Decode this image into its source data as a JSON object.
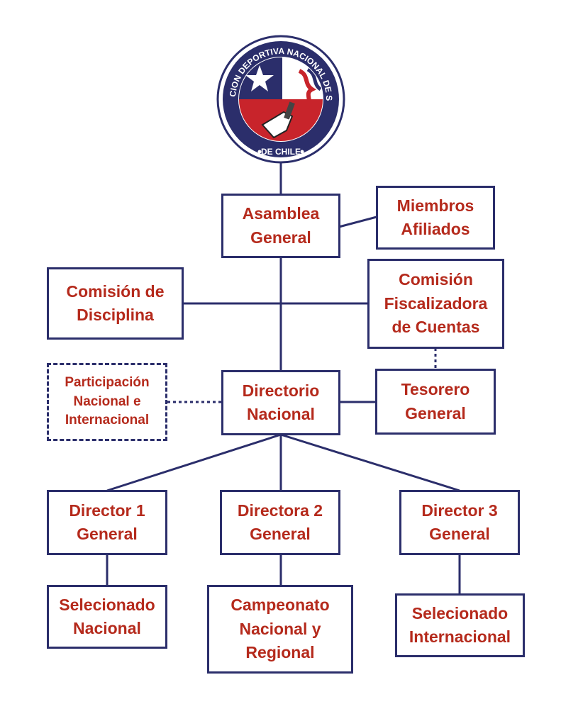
{
  "colors": {
    "line": "#2b2e6b",
    "text": "#b52a1c",
    "background": "#ffffff"
  },
  "logo": {
    "ring_text_top": "FEDERACION DEPORTIVA NACIONAL DE SORDOS",
    "ring_text_bottom": "DE CHILE",
    "icon": "chilean-flag-torch-emblem"
  },
  "nodes": {
    "asamblea_general": "Asamblea\nGeneral",
    "miembros_afiliados": "Miembros\nAfiliados",
    "comision_disciplina": "Comisión de\nDisciplina",
    "comision_fiscalizadora": "Comisión\nFiscalizadora\nde Cuentas",
    "participacion": "Participación\nNacional e\nInternacional",
    "directorio_nacional": "Directorio\nNacional",
    "tesorero_general": "Tesorero\nGeneral",
    "director1": "Director 1\nGeneral",
    "directora2": "Directora 2\nGeneral",
    "director3": "Director 3\nGeneral",
    "seleccionado_nacional": "Selecionado\nNacional",
    "campeonato": "Campeonato\nNacional y\nRegional",
    "seleccionado_internacional": "Selecionado\nInternacional"
  }
}
